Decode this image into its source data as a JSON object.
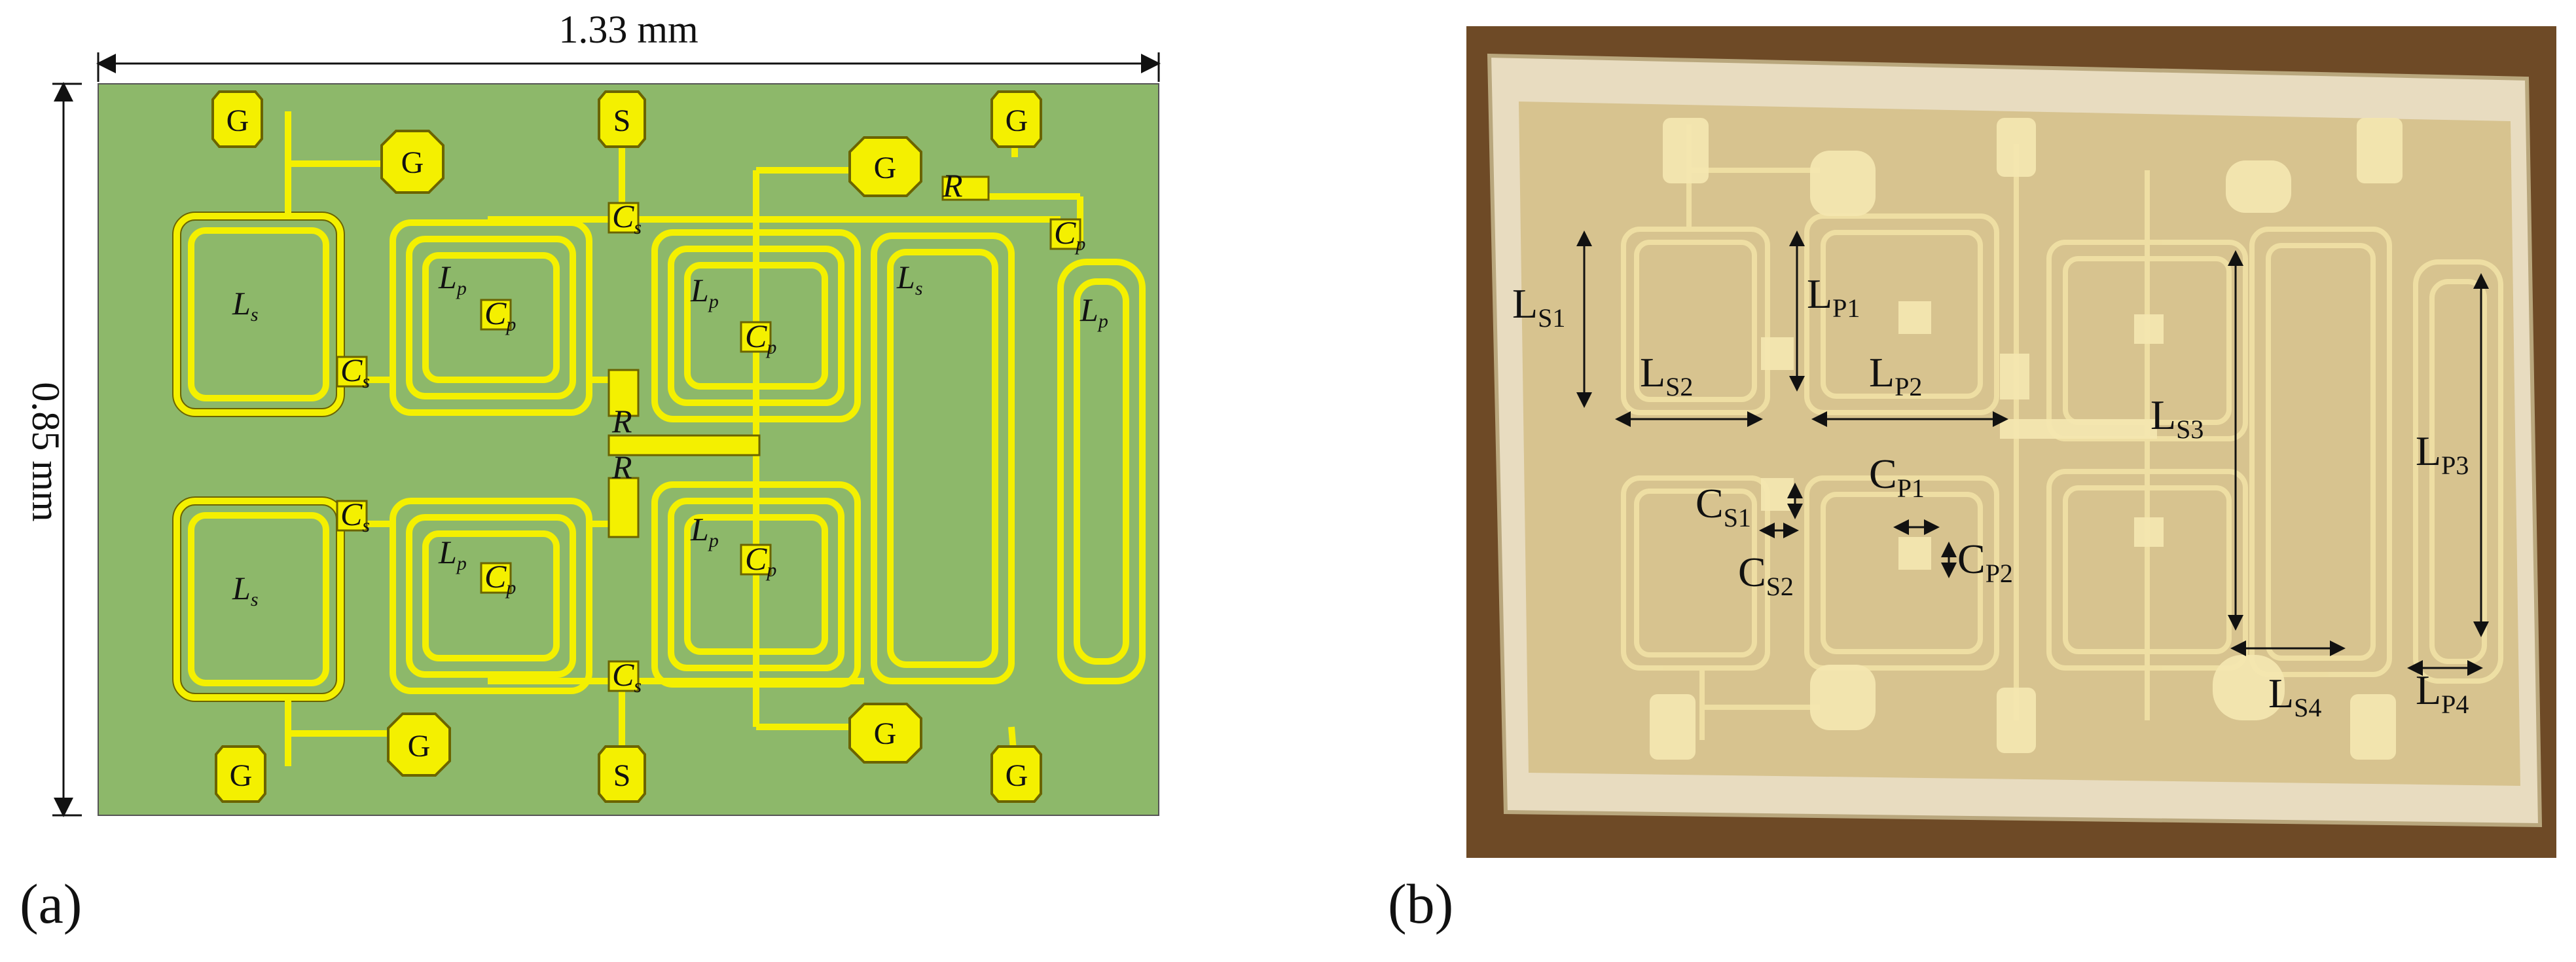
{
  "panel_a": {
    "caption": "(a)",
    "width_dimension": "1.33 mm",
    "height_dimension": "0.85 mm",
    "pads": {
      "top": [
        "G",
        "G",
        "S",
        "G",
        "G"
      ],
      "bottom": [
        "G",
        "G",
        "S",
        "G",
        "G"
      ]
    },
    "labels": {
      "ls": "L",
      "ls_sub": "s",
      "lp": "L",
      "lp_sub": "p",
      "cs": "C",
      "cs_sub": "s",
      "cp": "C",
      "cp_sub": "p",
      "r": "R"
    }
  },
  "panel_b": {
    "caption": "(b)",
    "labels": {
      "ls1": {
        "main": "L",
        "sub": "S1"
      },
      "ls2": {
        "main": "L",
        "sub": "S2"
      },
      "lp1": {
        "main": "L",
        "sub": "P1"
      },
      "lp2": {
        "main": "L",
        "sub": "P2"
      },
      "ls3": {
        "main": "L",
        "sub": "S3"
      },
      "lp3": {
        "main": "L",
        "sub": "P3"
      },
      "cs1": {
        "main": "C",
        "sub": "S1"
      },
      "cs2": {
        "main": "C",
        "sub": "S2"
      },
      "cp1": {
        "main": "C",
        "sub": "P1"
      },
      "cp2": {
        "main": "C",
        "sub": "P2"
      },
      "ls4": {
        "main": "L",
        "sub": "S4"
      },
      "lp4": {
        "main": "L",
        "sub": "P4"
      }
    }
  },
  "colors": {
    "substrate_green": "#8db86a",
    "metal_yellow": "#f4f000",
    "metal_outline": "#6b6400",
    "chip_gold": "#d7c38f",
    "photo_frame": "#6e4a26"
  }
}
